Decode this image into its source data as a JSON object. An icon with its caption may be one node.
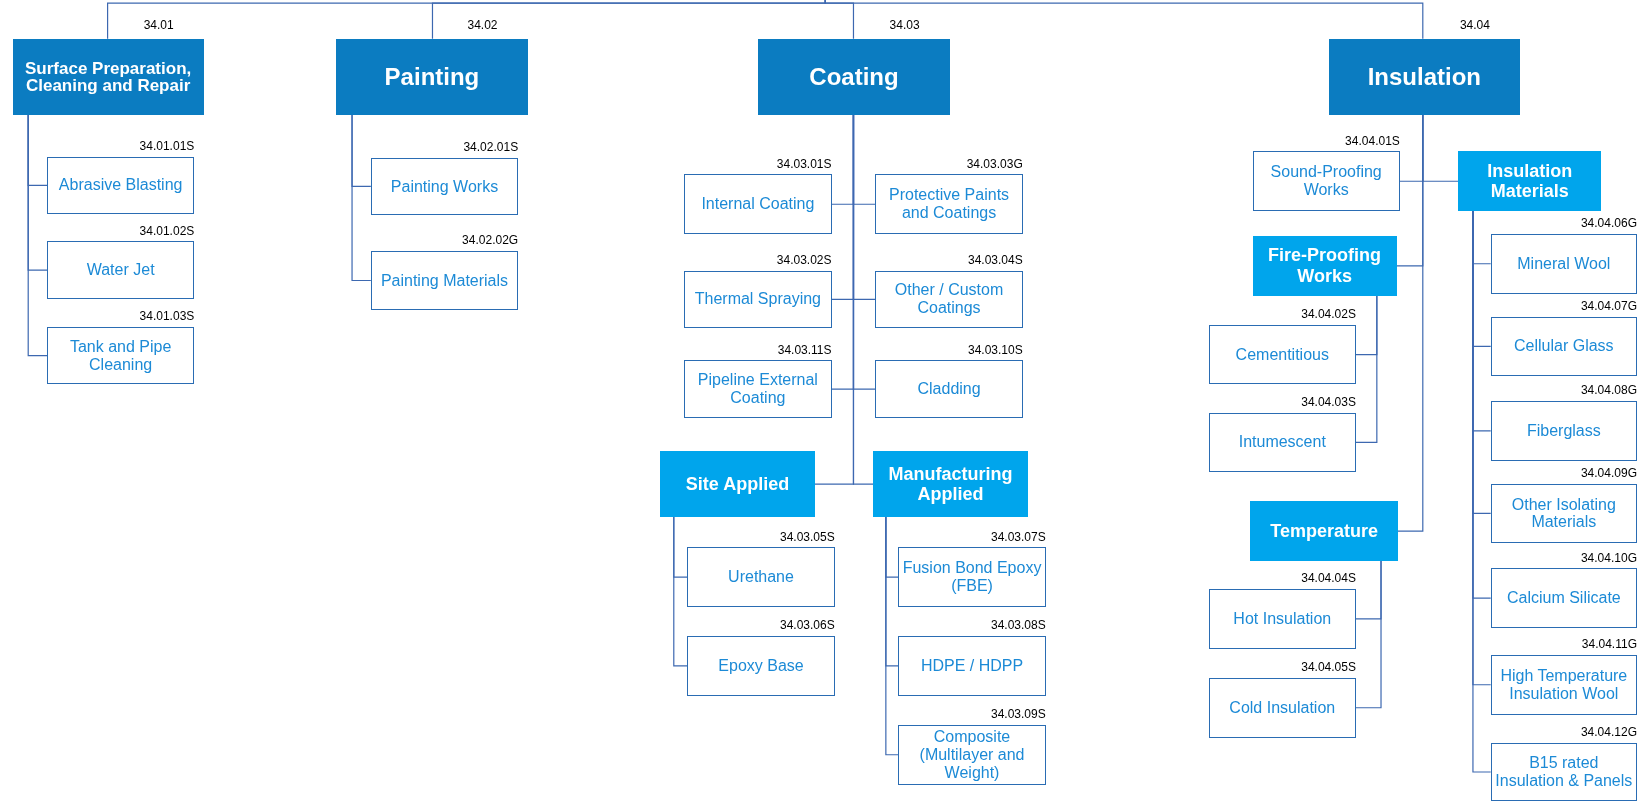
{
  "diagram": {
    "nodes": [
      {
        "text": [
          "Surface Preparation, Cleaning and Repair"
        ],
        "beside": [
          "34.01"
        ]
      },
      {
        "text": [
          "Abrasive Blasting"
        ],
        "beside": [
          "34.01.01S"
        ]
      },
      {
        "text": [
          "Water Jet"
        ],
        "beside": [
          "34.01.02S"
        ]
      },
      {
        "text": [
          "Tank and Pipe Cleaning"
        ],
        "beside": [
          "34.01.03S"
        ]
      },
      {
        "text": [
          "Painting"
        ],
        "beside": [
          "34.02"
        ]
      },
      {
        "text": [
          "Painting Works"
        ],
        "beside": [
          "34.02.01S"
        ]
      },
      {
        "text": [
          "Painting Materials"
        ],
        "beside": [
          "34.02.02G"
        ]
      },
      {
        "text": [
          "Coating"
        ],
        "beside": [
          "34.03"
        ]
      },
      {
        "text": [
          "Internal Coating"
        ],
        "beside": [
          "34.03.01S"
        ]
      },
      {
        "text": [
          "Protective Paints and Coatings"
        ],
        "beside": [
          "34.03.03G"
        ]
      },
      {
        "text": [
          "Thermal Spraying"
        ],
        "beside": [
          "34.03.02S"
        ]
      },
      {
        "text": [
          "Other / Custom Coatings"
        ],
        "beside": [
          "34.03.04S"
        ]
      },
      {
        "text": [
          "Pipeline External Coating"
        ],
        "beside": [
          "34.03.11S"
        ]
      },
      {
        "text": [
          "Cladding"
        ],
        "beside": [
          "34.03.10S"
        ]
      },
      {
        "text": [
          "Site Applied"
        ]
      },
      {
        "text": [
          "Manufacturing Applied"
        ]
      },
      {
        "text": [
          "Urethane"
        ],
        "beside": [
          "34.03.05S"
        ]
      },
      {
        "text": [
          "Epoxy Base"
        ],
        "beside": [
          "34.03.06S"
        ]
      },
      {
        "text": [
          "Fusion Bond Epoxy (FBE)"
        ],
        "beside": [
          "34.03.07S"
        ]
      },
      {
        "text": [
          "HDPE / HDPP"
        ],
        "beside": [
          "34.03.08S"
        ]
      },
      {
        "text": [
          "Composite (Multilayer and Weight)"
        ],
        "beside": [
          "34.03.09S"
        ]
      },
      {
        "text": [
          "Insulation"
        ],
        "beside": [
          "34.04"
        ]
      },
      {
        "text": [
          "Sound-Proofing Works"
        ],
        "beside": [
          "34.04.01S"
        ]
      },
      {
        "text": [
          "Insulation Materials"
        ]
      },
      {
        "text": [
          "Fire-Proofing Works"
        ]
      },
      {
        "text": [
          "Cementitious"
        ],
        "beside": [
          "34.04.02S"
        ]
      },
      {
        "text": [
          "Intumescent"
        ],
        "beside": [
          "34.04.03S"
        ]
      },
      {
        "text": [
          "Temperature"
        ]
      },
      {
        "text": [
          "Hot Insulation"
        ],
        "beside": [
          "34.04.04S"
        ]
      },
      {
        "text": [
          "Cold Insulation"
        ],
        "beside": [
          "34.04.05S"
        ]
      },
      {
        "text": [
          "Mineral Wool"
        ],
        "beside": [
          "34.04.06G"
        ]
      },
      {
        "text": [
          "Cellular Glass"
        ],
        "beside": [
          "34.04.07G"
        ]
      },
      {
        "text": [
          "Fiberglass"
        ],
        "beside": [
          "34.04.08G"
        ]
      },
      {
        "text": [
          "Other Isolating Materials"
        ],
        "beside": [
          "34.04.09G"
        ]
      },
      {
        "text": [
          "Calcium Silicate"
        ],
        "beside": [
          "34.04.10G"
        ]
      },
      {
        "text": [
          "High Temperature Insulation Wool"
        ],
        "beside": [
          "34.04.11G"
        ]
      },
      {
        "text": [
          "B15 rated Insulation & Panels"
        ],
        "beside": [
          "34.04.12G"
        ]
      }
    ],
    "edges": [
      {
        "from": null,
        "to": 0,
        "arrow": "none"
      },
      {
        "from": null,
        "to": 4,
        "arrow": "none"
      },
      {
        "from": null,
        "to": 7,
        "arrow": "none"
      },
      {
        "from": null,
        "to": 21,
        "arrow": "none"
      },
      {
        "from": 0,
        "to": 1,
        "arrow": "none"
      },
      {
        "from": 0,
        "to": 2,
        "arrow": "none"
      },
      {
        "from": 0,
        "to": 3,
        "arrow": "none"
      },
      {
        "from": 4,
        "to": 5,
        "arrow": "none"
      },
      {
        "from": 4,
        "to": 6,
        "arrow": "none"
      },
      {
        "from": 7,
        "to": 8,
        "arrow": "none"
      },
      {
        "from": 7,
        "to": 9,
        "arrow": "none"
      },
      {
        "from": 7,
        "to": 10,
        "arrow": "none"
      },
      {
        "from": 7,
        "to": 11,
        "arrow": "none"
      },
      {
        "from": 7,
        "to": 12,
        "arrow": "none"
      },
      {
        "from": 7,
        "to": 13,
        "arrow": "none"
      },
      {
        "from": 7,
        "to": 14,
        "arrow": "none"
      },
      {
        "from": 7,
        "to": 15,
        "arrow": "none"
      },
      {
        "from": 14,
        "to": 16,
        "arrow": "none"
      },
      {
        "from": 14,
        "to": 17,
        "arrow": "none"
      },
      {
        "from": 15,
        "to": 18,
        "arrow": "none"
      },
      {
        "from": 15,
        "to": 19,
        "arrow": "none"
      },
      {
        "from": 15,
        "to": 20,
        "arrow": "none"
      },
      {
        "from": 21,
        "to": 22,
        "arrow": "none"
      },
      {
        "from": 21,
        "to": 23,
        "arrow": "none"
      },
      {
        "from": 21,
        "to": 24,
        "arrow": "none"
      },
      {
        "from": 21,
        "to": 27,
        "arrow": "none"
      },
      {
        "from": 24,
        "to": 25,
        "arrow": "none"
      },
      {
        "from": 24,
        "to": 26,
        "arrow": "none"
      },
      {
        "from": 27,
        "to": 28,
        "arrow": "none"
      },
      {
        "from": 27,
        "to": 29,
        "arrow": "none"
      },
      {
        "from": 23,
        "to": 30,
        "arrow": "none"
      },
      {
        "from": 23,
        "to": 31,
        "arrow": "none"
      },
      {
        "from": 23,
        "to": 32,
        "arrow": "none"
      },
      {
        "from": 23,
        "to": 33,
        "arrow": "none"
      },
      {
        "from": 23,
        "to": 34,
        "arrow": "none"
      },
      {
        "from": 23,
        "to": 35,
        "arrow": "none"
      },
      {
        "from": 23,
        "to": 36,
        "arrow": "none"
      }
    ]
  }
}
